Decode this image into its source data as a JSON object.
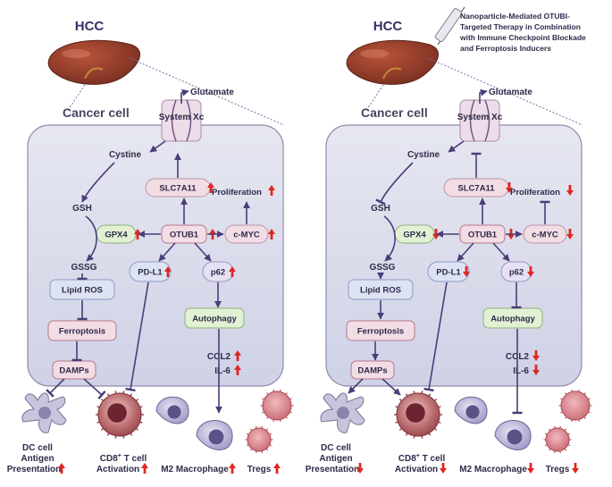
{
  "panels": [
    {
      "id": "left",
      "hcc": "HCC",
      "cancer_cell": "Cancer cell",
      "glutamate": "Glutamate",
      "system_xc": "System Xc",
      "cystine": "Cystine",
      "gsh": "GSH",
      "gssg": "GSSG",
      "slc7a11": "SLC7A11",
      "proliferation": "Proliferation",
      "gpx4": "GPX4",
      "otub1": "OTUB1",
      "cmyc": "c-MYC",
      "pdl1": "PD-L1",
      "p62": "p62",
      "lipid_ros": "Lipid ROS",
      "autophagy": "Autophagy",
      "ferroptosis": "Ferroptosis",
      "ccl2": "CCL2",
      "il6": "IL-6",
      "damps": "DAMPs",
      "dc_line1": "DC cell",
      "dc_line2": "Antigen",
      "dc_line3": "Presentation",
      "cd8_line1": "CD8",
      "cd8_sup": "+",
      "cd8_line1b": " T cell",
      "cd8_line2": "Activation",
      "m2": "M2 Macrophage",
      "tregs": "Tregs",
      "direction": "up"
    },
    {
      "id": "right",
      "hcc": "HCC",
      "cancer_cell": "Cancer cell",
      "glutamate": "Glutamate",
      "system_xc": "System Xc",
      "cystine": "Cystine",
      "gsh": "GSH",
      "gssg": "GSSG",
      "slc7a11": "SLC7A11",
      "proliferation": "Proliferation",
      "gpx4": "GPX4",
      "otub1": "OTUB1",
      "cmyc": "c-MYC",
      "pdl1": "PD-L1",
      "p62": "p62",
      "lipid_ros": "Lipid ROS",
      "autophagy": "Autophagy",
      "ferroptosis": "Ferroptosis",
      "ccl2": "CCL2",
      "il6": "IL-6",
      "damps": "DAMPs",
      "dc_line1": "DC cell",
      "dc_line2": "Antigen",
      "dc_line3": "Presentation",
      "cd8_line1": "CD8",
      "cd8_sup": "+",
      "cd8_line1b": " T cell",
      "cd8_line2": "Activation",
      "m2": "M2 Macrophage",
      "tregs": "Tregs",
      "direction": "down"
    }
  ],
  "therapy_note": {
    "line1": "Nanoparticle-Mediated OTUBI-",
    "line2": "Targeted Therapy in Combination",
    "line3": "with Immune Checkpoint Blockade",
    "line4": "and Ferroptosis Inducers"
  },
  "colors": {
    "arrow_red": "#e0261f",
    "edge": "#4a3d78",
    "cell_fill": "#d7d9ea",
    "liver": "#8a3b2a",
    "pill_pink": "#f3dde5",
    "pill_green": "#e2f1d3",
    "pill_blue": "#dde3f3",
    "pill_lav": "#e6e1f2"
  }
}
